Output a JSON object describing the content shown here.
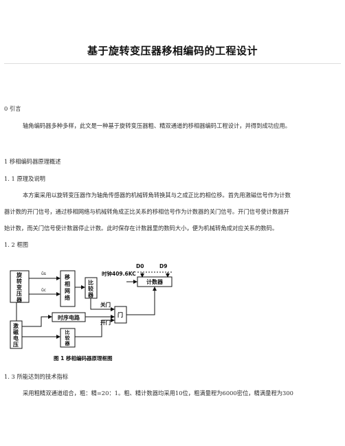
{
  "doc": {
    "title": "基于旋转变压器移相编码的工程设计",
    "sec0_heading": "0 引言",
    "sec0_p1": "轴角编码器多种多样，此文是一种基于旋转变压器粗、精双通道的移相器编码工程设计，并得到成功应用。",
    "sec1_heading": "1 移相编码器原理概述",
    "sec1_1_heading": "1. 1 原理及说明",
    "sec1_1_line1": "本方案采用以旋转变压器作为轴角传感器的机械转角转换其与之成正比的相位移。首先用激磁信号作为计数",
    "sec1_1_line2": "器计数的开门信号，通过移相网络与机械转角成正比关系的移相信号作为计数器的关门信号。开门信号使计数器开",
    "sec1_1_line3": "始计数，而关门信号使计数器停止计数。此时保存在计数器里的数码大小，便为机械转角成对应关系的数码。",
    "sec1_2_heading": "1. 2 框图",
    "sec1_3_heading": "1. 3 所能达到的技术指标",
    "sec1_3_line1": "采用粗精双通道组合，粗：精=20：1。粗、精计数器均采用10位，粗满量程为6000密位，精满量程为300"
  },
  "figure": {
    "caption": "图 1   移相编码器原理框图",
    "blocks": {
      "resolver": [
        "旋",
        "转",
        "变",
        "压",
        "器"
      ],
      "phase_net": [
        "移",
        "相",
        "网",
        "络"
      ],
      "comparator_top": [
        "比",
        "较",
        "器"
      ],
      "excitation": [
        "激",
        "磁",
        "电",
        "压"
      ],
      "comparator_bottom": [
        "比",
        "较",
        "器"
      ],
      "timing": "时序电路",
      "counter": "计数器",
      "gate": "门"
    },
    "labels": {
      "clock": "时钟409.6KC",
      "d0": "D0",
      "d9": "D9",
      "close": "关门",
      "open": "开门",
      "u_s": "ũs",
      "u_c": "ũc"
    }
  }
}
